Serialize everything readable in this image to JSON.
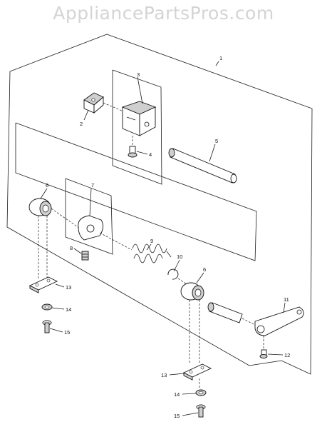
{
  "watermark": "AppliancePartsPros.com",
  "callouts": {
    "c1": "1",
    "c2": "2",
    "c3": "3",
    "c4": "4",
    "c5": "5",
    "c6a": "6",
    "c6b": "6",
    "c7": "7",
    "c8": "8",
    "c9": "9",
    "c10": "10",
    "c11": "11",
    "c12": "12",
    "c13a": "13",
    "c13b": "13",
    "c14a": "14",
    "c14b": "14",
    "c15a": "15",
    "c15b": "15"
  }
}
